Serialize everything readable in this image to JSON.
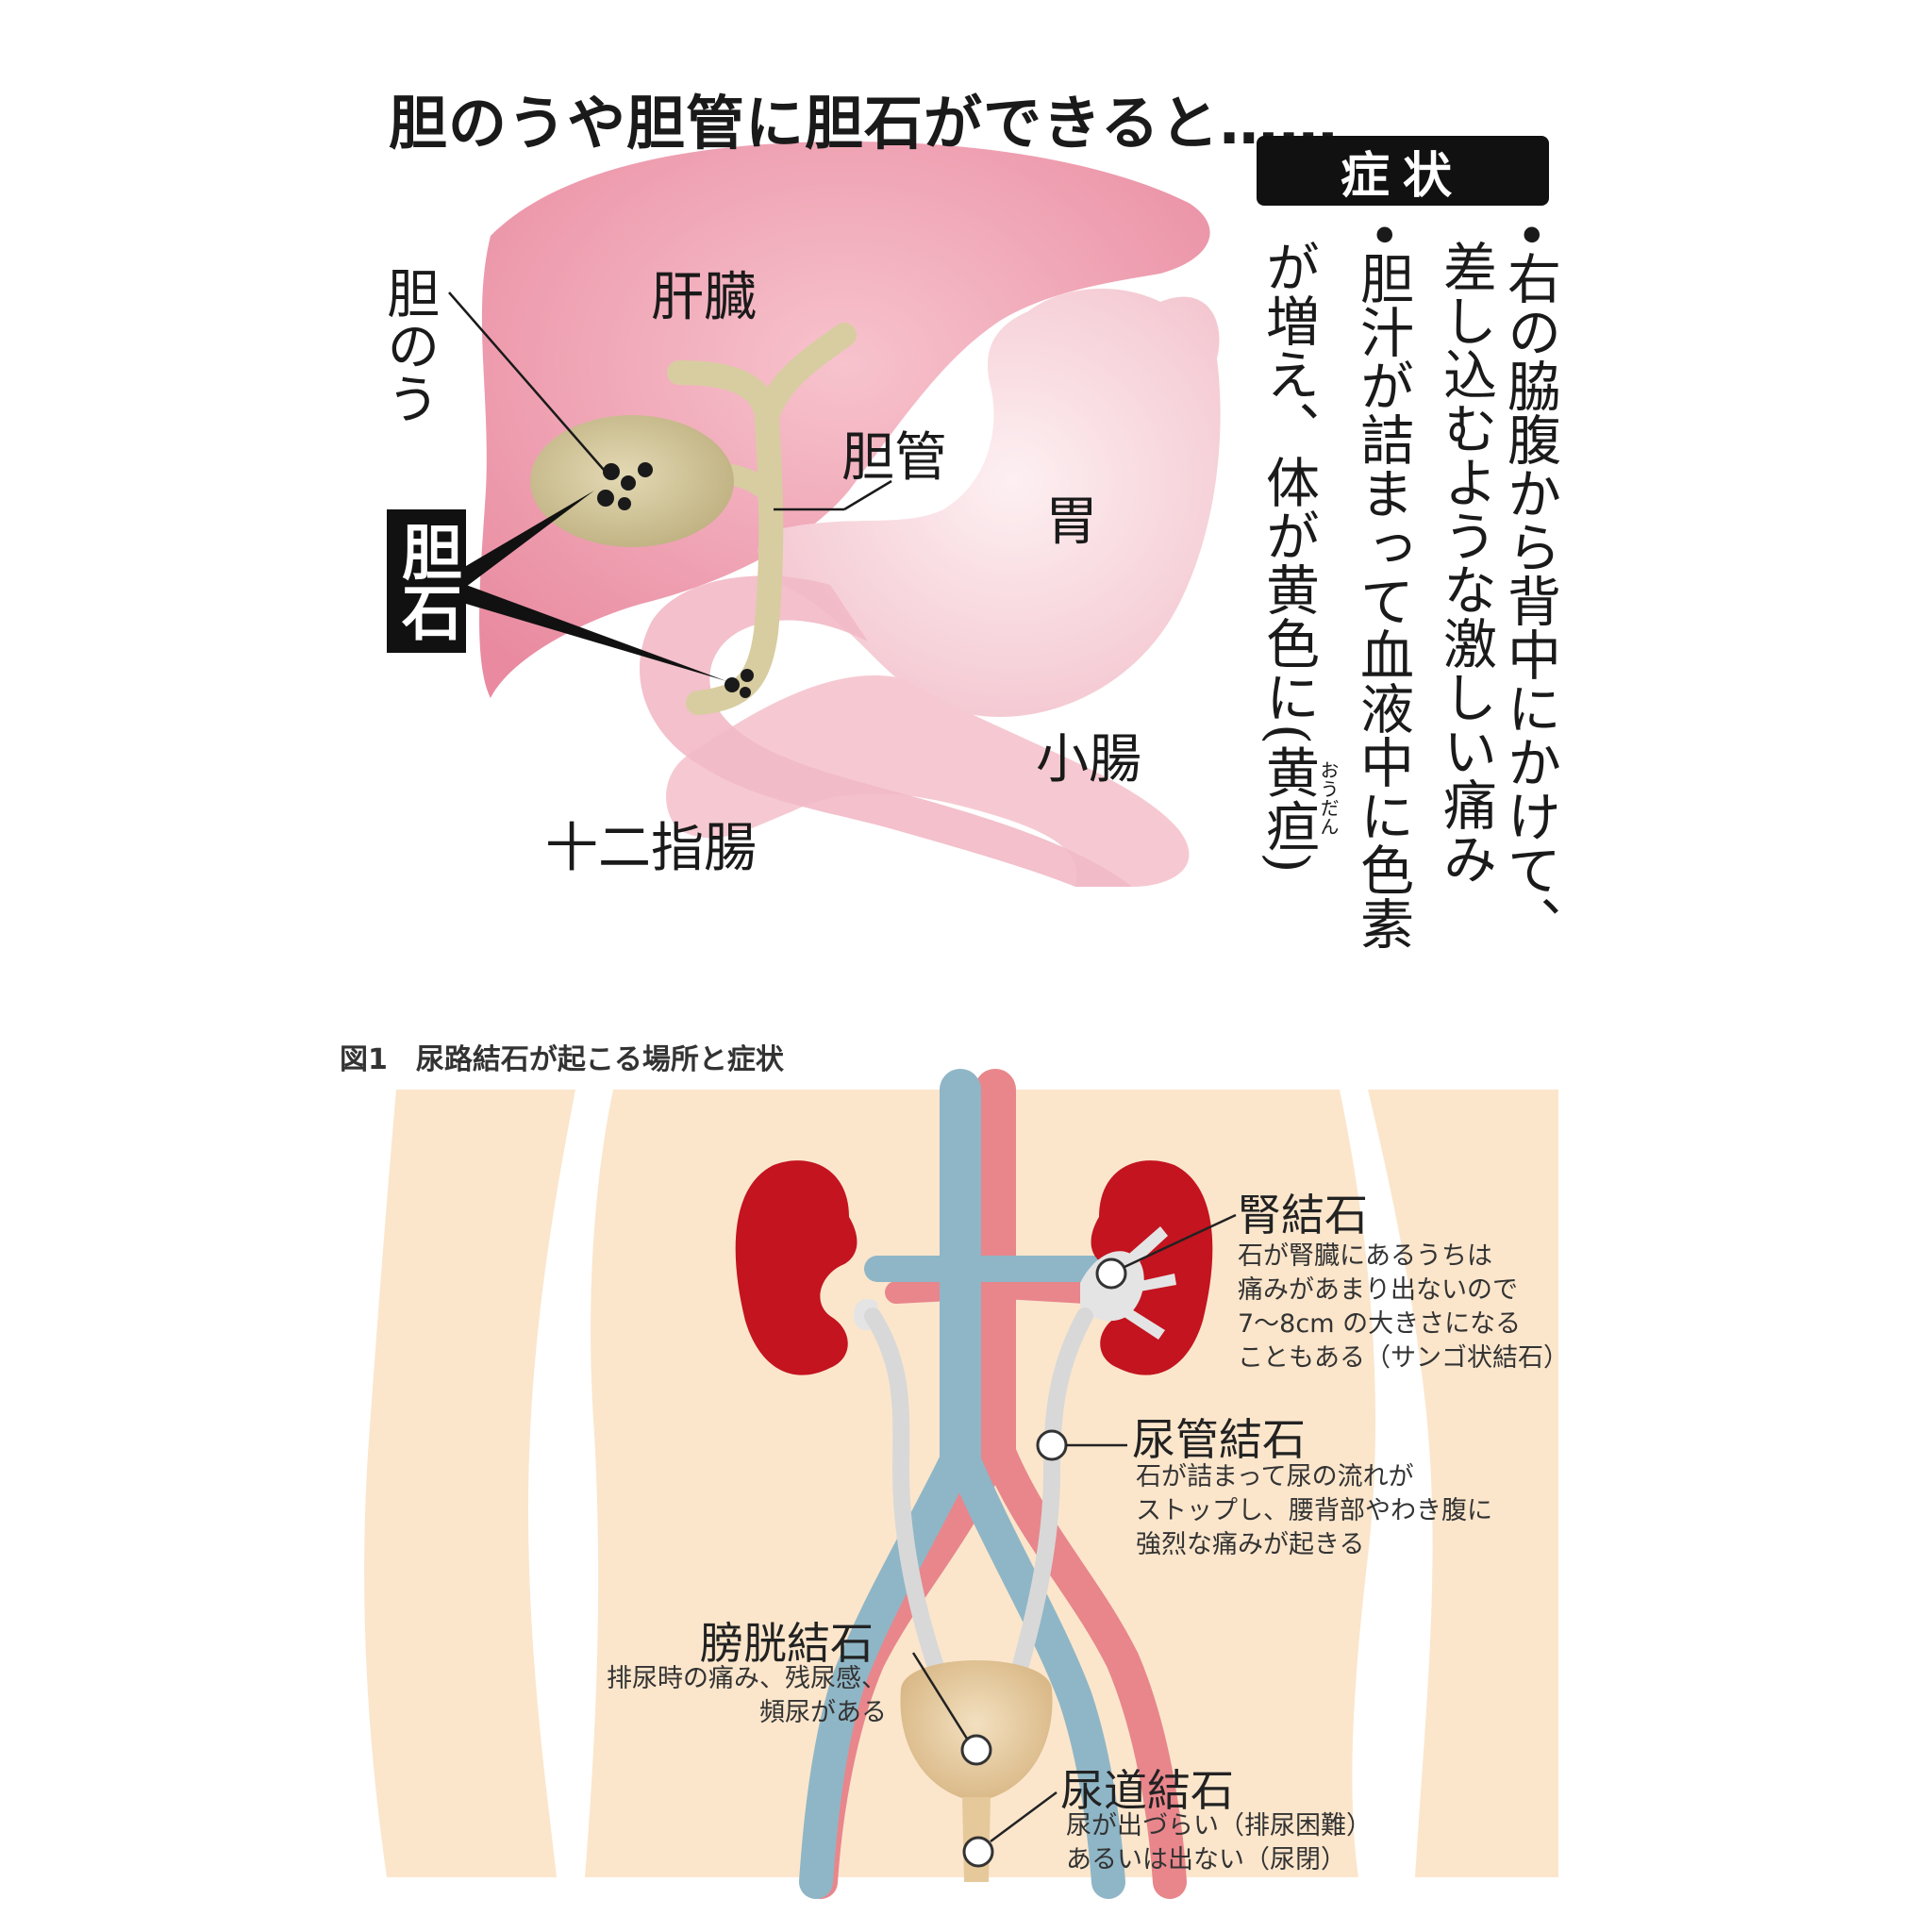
{
  "gallstone": {
    "title": "胆のうや胆管に胆石ができると……",
    "labels": {
      "liver": "肝臓",
      "gallbladder": "胆のう",
      "bile_duct": "胆管",
      "stomach": "胃",
      "small_intestine": "小腸",
      "duodenum": "十二指腸",
      "gallstone": "胆石"
    },
    "symptoms": {
      "heading": "症状",
      "item1_col1": "•右の脇腹から背中にかけて、",
      "item1_col2": "差し込むような激しい痛み",
      "item2_col1": "•胆汁が詰まって血液中に色素",
      "item2_col2": "が増え、体が黄色に(黄疸)",
      "ruby": "おうだん"
    },
    "colors": {
      "liver": "#f2a6b6",
      "stomach": "#f7d3d9",
      "gallbladder": "#cfc29a",
      "bile_duct": "#ddd2a8"
    }
  },
  "urinary": {
    "caption": "図1　尿路結石が起こる場所と症状",
    "kidney": {
      "title": "腎結石",
      "desc": [
        "石が腎臓にあるうちは",
        "痛みがあまり出ないので",
        "7～8cm の大きさになる",
        "こともある（サンゴ状結石）"
      ]
    },
    "ureter": {
      "title": "尿管結石",
      "desc": [
        "石が詰まって尿の流れが",
        "ストップし、腰背部やわき腹に",
        "強烈な痛みが起きる"
      ]
    },
    "bladder": {
      "title": "膀胱結石",
      "desc": [
        "排尿時の痛み、残尿感、",
        "頻尿がある"
      ]
    },
    "urethra": {
      "title": "尿道結石",
      "desc": [
        "尿が出づらい（排尿困難）",
        "あるいは出ない（尿閉）"
      ]
    },
    "colors": {
      "skin": "#fbe6cc",
      "kidney": "#c3141f",
      "vein": "#8fb6c6",
      "artery": "#e8868c",
      "ureter": "#d8d8d8",
      "bladder": "#e6c99a"
    }
  }
}
